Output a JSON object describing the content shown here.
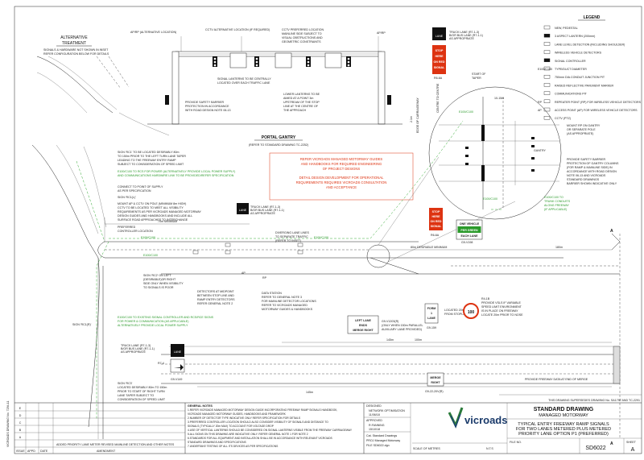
{
  "sheet": {
    "side_label": "VICROADS DRAWING No. 7294-11",
    "supersedes": "THIS DRAWING SUPERSEDES DRAWING No. SA1797 AND TC-2291",
    "title1": "STANDARD DRAWING",
    "title2": "MANAGED MOTORWAY",
    "subtitle1": "TYPICAL ENTRY FREEWAY RAMP SIGNALS",
    "subtitle2": "FOR TWO LANES METERED PLUS METERED",
    "subtitle3": "PRIORITY LANE OPTION P1 (PREFERRED)",
    "drawing_no": "SD6022",
    "revision": "A",
    "file_no": "FILE NO.",
    "scale_label": "SCALE OF METRES",
    "scale_value": "N.T.S",
    "sheet_label": "SHEET",
    "brand": "vicroads",
    "designed": "DESIGNED",
    "designed_by": "NETWORK OPTIMISATION",
    "designed_date": "11/06/18",
    "approved": "APPROVED",
    "approved_by": "R.FANNING",
    "approved_date": "15/10/18",
    "cad1": "Cat. Standard Drawings",
    "cad2": "PROJ Managed Motorway",
    "cad3": "FILE SD6022.dgn",
    "rev_letters": [
      "E",
      "D",
      "C",
      "B",
      "A"
    ],
    "rev_a_text": "ADDED PRIORITY LANE METER REVISED MAINLINE DETECTION AND OTHER NOTES",
    "rev_headers": [
      "ISSUE",
      "APPD",
      "DATE",
      "AMENDMENT"
    ],
    "general_notes_title": "GENERAL NOTES",
    "general_notes": [
      "1.REFER VICROADS MANAGED MOTORWAY DESIGN GUIDE INCORPORATING FREEWAY RAMP SIGNALS HANDBOOK,",
      "  VICROADS MANAGED MOTORWAY GUIDES, HANDBOOKS AND FRAMEWORK",
      "2.NUMBER OF DETECTOR TYPE INDICATIVE ONLY REFER SPECIFICATION FOR DETAILS",
      "3.PREFERRED CONTROLLER LOCATION SHOULD ALSO CONSIDER VISIBILITY OF SIGNALS AND DISTANCE TO",
      "  SIGNALS (TYPICALLY 20m MAX) TO ACCOUNT FOR VOLTAGE DROP",
      "4.USE OF VERTICAL LANTERNS SHOULD BE CONSIDERED ON SIGNAL LANTERNS VISIBLE FROM THE FREEWAY CARRIAGEWAY",
      "5.ALL SIGNS ON THIS DRAWING ARE INDICATIVE ONLY. REFER GENERAL NOTE 1 FOR NOTE 2",
      "6.STANDARDS FOR ALL EQUIPMENT AND INSTALLATION SHALL BE IN ACCORDANCE WITH RELEVANT VICROADS",
      "  STANDARD DRAWINGS AND SPECIFICATIONS",
      "7.UNDERTAKE TESTING OF ALL ITS DEVICES AS PER SPECIFICATIONS"
    ]
  },
  "legend": {
    "title": "LEGEND",
    "items": [
      "NEW, PEDESTAL",
      "3 ASPECT LANTERN (200mm)",
      "LANE LEVEL DETECTION (INCLUDING SHOULDER)",
      "WIRELESS VEHICLE DETECTORS",
      "SIGNAL CONTROLLER",
      "TYPE/DUCT DIAMETER",
      "750mm DIA.CONDUIT JUNCTION PIT",
      "RAISED REFLECTIVE PAVEMENT MARKER",
      "COMMUNICATIONS PIT",
      "REPEATER POINT (RP) FOR WIRELESS VEHICLE DETECTORS",
      "ACCESS POINT (AP) FOR WIRELESS VEHICLE DETECTORS",
      "CCTV (PTZ)"
    ],
    "codes": [
      "",
      "",
      "",
      "",
      "",
      "E100/C100",
      "",
      "",
      "",
      "RP",
      "AP",
      ""
    ]
  },
  "alt": {
    "title1": "ALTERNATIVE",
    "title2": "TREATMENT",
    "note1": "SIGNALS & HARDWARE NOT SHOWN IN INSET",
    "note2": "REFER CONFIGURATION BELOW FOR DETAILS"
  },
  "gantry": {
    "title": "PORTAL GANTRY",
    "ref": "(REFER TO STANDARD DRAWING TC-2252)",
    "ap_alt": "AP/RP (ALTERNATIVE LOCATION)",
    "cctv_alt": "CCTV ALTERNATIVE LOCATION (IF REQUIRED)",
    "cctv_pref1": "CCTV PREFERRED LOCATION",
    "cctv_pref2": "MAINLINE SIDE SUBJECT TO",
    "cctv_pref3": "VISUAL OBSTRUCTIONS AND",
    "cctv_pref4": "GEOMETRIC CONSTRAINTS",
    "ap_rp": "AP/RP",
    "lanterns1": "SIGNAL LANTERNS TO BE CENTRALLY",
    "lanterns2": "LOCATED OVER EACH TRAFFIC LANE",
    "barrier1": "PROVIDE SAFETY BARRIER",
    "barrier2": "PROTECTION IN ACCORDANCE",
    "barrier3": "WITH ROAD DESIGN NOTE 06-13",
    "lower1": "LOWER LANTERNS TO BE",
    "lower2": "AIMED AT A POINT 3m",
    "lower3": "UPSTREAM OF THE STOP",
    "lower4": "LINE AT THE CENTRE OF",
    "lower5": "THE APPROACH",
    "dim": "2.1m"
  },
  "notice": {
    "l1": "REFER VICROADS MANAGED MOTORWAY GUIDES",
    "l2": "AND HANDBOOKS FOR REQUIRED ENGINEERING",
    "l3": "OF PROJECT DESIGNS",
    "l4": "DETAIL DESIGN DEVELOPMENT FOR OPERATIONAL",
    "l5": "REQUIREMENTS REQUIRES VICROADS CONSULTATION",
    "l6": "AND ACCEPTANCE"
  },
  "signs": {
    "truck_lane": "TRUCK LANE (R7-1-3)",
    "bus_lane": "B/OR BUS LANE (R7-1-1)",
    "as_appropriate": "AS APPROPRIATE",
    "lane": "LANE",
    "stop": "STOP",
    "here": "HERE",
    "on_red": "ON RED",
    "signal": "SIGNAL",
    "r66a": "R6-6A",
    "one_vehicle1": "ONE VEHICLE",
    "one_vehicle2": "PER GREEN",
    "one_vehicle3": "EACH LANE",
    "g9v198": "G9-V198",
    "form1": "FORM",
    "form2": "1",
    "form3": "LANE",
    "g9159": "G9-159",
    "located20": "LOCATED 20m",
    "from_stop": "FROM STOPLINE",
    "speed": "100",
    "speed_code": "R4-1B",
    "speed_note1": "PROVIDE VSLS IF VARIABLE",
    "speed_note2": "SPEED LIMIT ENVIRONMENT",
    "speed_note3": "IS IN PLACE ON FREEWAY",
    "speed_note4": "LOCATE 20m PRIOR TO NOSE",
    "left_lane1": "LEFT LANE",
    "left_lane2": "ENDS",
    "left_lane3": "MERGE RIGHT",
    "g9v1203": "G9-V1203(R)",
    "only_when1": "(ONLY WHEN 150m PARALLEL",
    "only_when2": "AUXILIARY LANE PROVIDED)",
    "merge1": "MERGE",
    "merge2": "RIGHT",
    "g9merge": "G9-22-20V(R)",
    "r2": "R7-4",
    "g9v149": "G9-V149",
    "start_taper1": "START OF",
    "start_taper2": "TAPER",
    "dim_1015": "10-15m"
  },
  "notes_left": {
    "sign_rc1_1": "SIGN 'RC1' TO BE LOCATED DESIRABLY 80m",
    "sign_rc1_2": "TO 150m PRIOR TO THE LEFT TURN LANE TAPER",
    "sign_rc1_3": "LEADING TO THE FREEWAY ENTRY RAMP",
    "sign_rc1_4": "SUBJECT TO CONSIDERATION OF SPEED LIMIT",
    "green1": "E100/C100 TO RCS FOR POWER (ALTERNATIVELY PROVIDE LOCAL POWER SUPPLY)",
    "green2": "AND COMMUNICATIONS HARDWIRE LINK TO BE PROVIDED/REFER SPECIFICATION",
    "connect1": "CONNECT TO POINT OF SUPPLY",
    "connect2": "AS PER SPECIFICATION",
    "rc1l": "SIGN 'RC1(L)'",
    "mount1": "MOUNT AP & CCTV ON POLE (MINIMUM 8m HIGH)",
    "mount2": "CCTV TO BE LOCATED TO MEET ALL VISIBILITY",
    "mount3": "REQUIREMENTS AS PER VICROADS MANAGED MOTORWAY",
    "mount4": "DESIGN GUIDES AND HANDBOOKS AND INCLUDE ALL",
    "mount5": "SURFACE ROAD APPROACHES TO INTERCHANGE",
    "pref1": "PREFERRED",
    "pref2": "CONTROLLER LOCATION",
    "rc2_1": "SIGN 'RC2' ON LEFT",
    "rc2_2": "(DESIRABLE)OR RIGHT",
    "rc2_3": "SIDE ONLY WHEN VISIBILITY",
    "rc2_4": "TO SIGNALS IS POOR",
    "green3": "E100/C100 TO EXISTING SIGNAL CONTROLLER AND RCS/RCE SIGNS",
    "green4": "FOR POWER & COMMUNICATION (AS APPLICABLE)",
    "green5": "ALTERNATIVELY PROVIDE LOCAL POWER SUPPLY",
    "rc1r": "SIGN 'RC1(R)'",
    "rc3_1": "SIGN 'RC3'",
    "rc3_2": "LOCATED DESIRABLY 80m TO 150m",
    "rc3_3": "PRIOR TO START OF RIGHT TURN",
    "rc3_4": "LANE TAPER SUBJECT TO",
    "rc3_5": "CONSIDERATION OF SPEED LIMIT",
    "det1": "DETECTORS AT MIDPOINT",
    "det2": "BETWEEN STOP LINE AND",
    "det3": "RAMP ENTRY DETECTORS",
    "det4": "REFER GENERAL NOTE 2",
    "ds1": "DATA STATION",
    "ds2": "REFER TO GENERAL NOTE 3",
    "ds3": "FOR MAINLINE DETECTOR LOCATIONS",
    "ds4": "REFER TO VICROADS MANAGED",
    "ds5": "MOTORWAY GUIDES & HANDBOOKS",
    "div1": "DIVERGING LANE LINES",
    "div2": "TO SEPARATE TRAFFIC",
    "div3": "(REFER TO INSET)"
  },
  "notes_right": {
    "mount_rp1": "MOUNT RP ON GANTRY",
    "mount_rp2": "OR SEPARATE POLE",
    "mount_rp3": "(AS APPROPRIATE)",
    "gantry": "GANTRY",
    "sb1": "PROVIDE SAFETY BARRIER",
    "sb2": "PROTECTION OF GANTRY COLUMNS",
    "sb3": "(FOR RAMP & MAINLINE SIDE) IN",
    "sb4": "ACCORDANCE WITH ROAD DESIGN",
    "sb5": "NOTE 06-13 AND VICROADS",
    "sb6": "STANDARD DRAWINGS",
    "sb7": "BARRIER SHOWN INDICATIVE ONLY",
    "trunk1": "E100/C100 TO",
    "trunk2": "TRUNK CONDUITS",
    "trunk3": "ALONG FREEWAY",
    "trunk4": "(IF APPLICABLE)",
    "edge": "EDGE OF CARRIAGEWAY",
    "centre": "CENTRE TO CENTRE",
    "fw_data": "PROVIDE FREEWAY DATA AT END OF MERGE"
  },
  "dims": {
    "d70": "70m MINIMUM",
    "d80": "80m DESIRABLE MINIMUM",
    "d180": "180m",
    "d145a": "145m",
    "d145b": "145m",
    "d100": "100m",
    "rp": "RP",
    "ap": "AP",
    "a": "A",
    "e100": "E100/C100"
  }
}
